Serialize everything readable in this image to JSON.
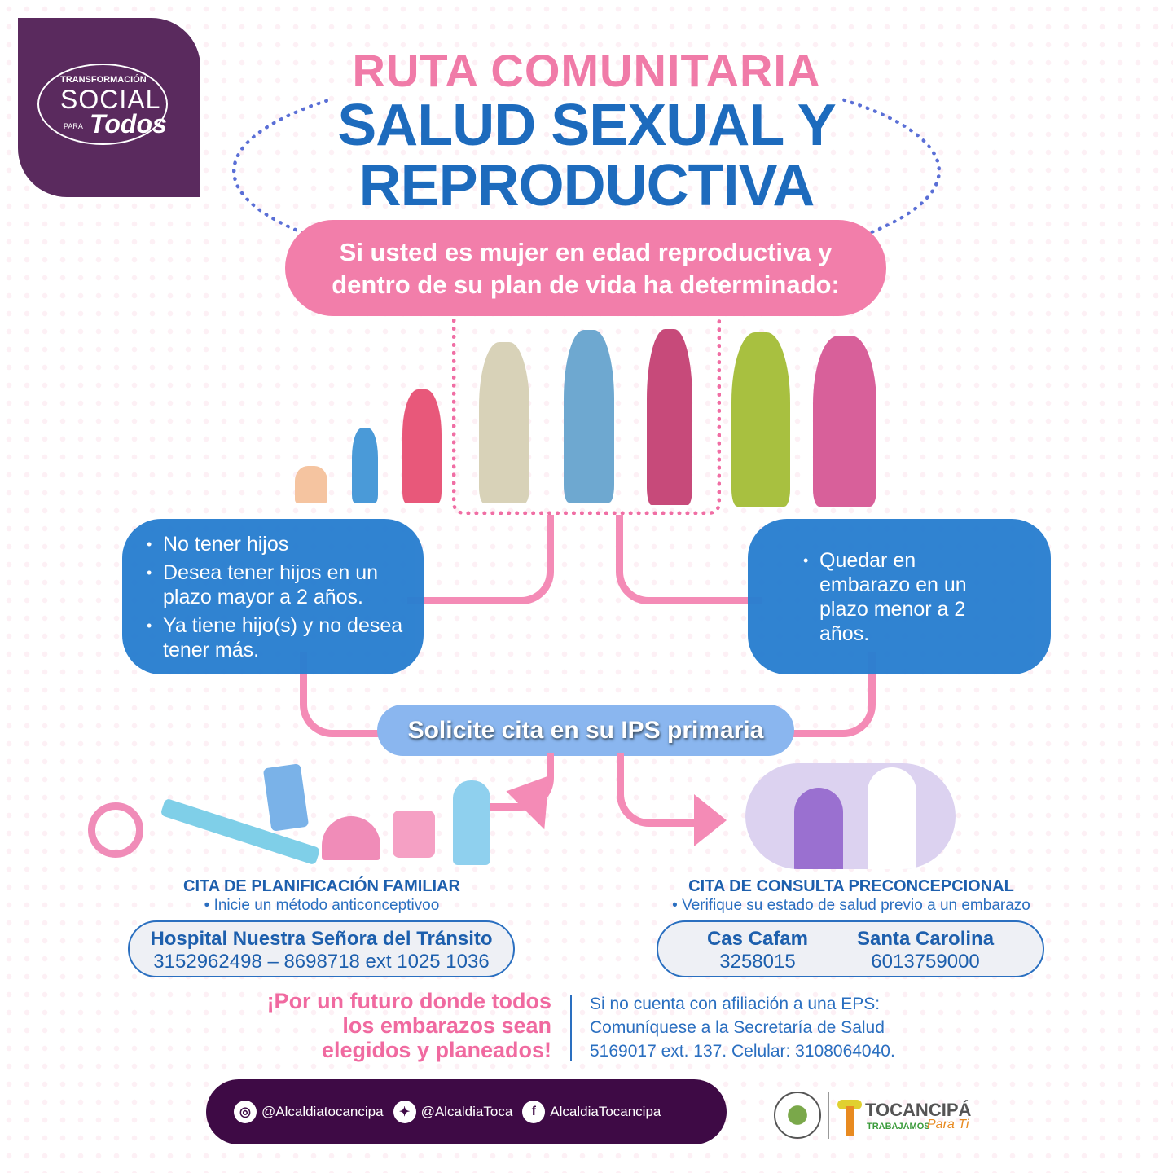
{
  "logo": {
    "line1": "TRANSFORMACIÓN",
    "line2": "SOCIAL",
    "line3": "PARA",
    "line4": "Todos"
  },
  "title": {
    "line1": "RUTA COMUNITARIA",
    "line2": "SALUD SEXUAL Y",
    "line3": "REPRODUCTIVA"
  },
  "intro": {
    "line1": "Si usted es mujer en edad reproductiva y",
    "line2": "dentro de su plan de vida ha determinado:"
  },
  "left_box": {
    "items": [
      "No tener hijos",
      "Desea tener hijos en un plazo mayor a 2 años.",
      "Ya tiene hijo(s) y no desea tener más."
    ]
  },
  "right_box": {
    "items": [
      "Quedar en embarazo en un plazo menor a 2 años."
    ]
  },
  "ips_label": "Solicite cita en su IPS primaria",
  "planificacion": {
    "heading": "CITA DE PLANIFICACIÓN FAMILIAR",
    "sub": "• Inicie un método anticonceptivoo",
    "place": "Hospital Nuestra Señora del Tránsito",
    "phone": "3152962498 – 8698718 ext 1025 1036"
  },
  "preconcepcional": {
    "heading": "CITA DE CONSULTA PRECONCEPCIONAL",
    "sub": "• Verifique su estado de salud previo a un embarazo",
    "places": [
      {
        "name": "Cas Cafam",
        "phone": "3258015"
      },
      {
        "name": "Santa Carolina",
        "phone": "6013759000"
      }
    ]
  },
  "slogan": {
    "line1": "¡Por un futuro donde todos",
    "line2": "los embarazos sean",
    "line3": "elegidos y planeados!"
  },
  "eps": {
    "line1": "Si no cuenta con afiliación a una EPS:",
    "line2": "Comuníquese a la Secretaría de Salud",
    "line3": "5169017 ext. 137. Celular: 3108064040."
  },
  "footer": {
    "instagram": "@Alcaldiatocancipa",
    "twitter": "@AlcaldiaToca",
    "facebook": "AlcaldiaTocancipa"
  },
  "brand": {
    "name": "TOCANCIPÁ",
    "tagline": "TRABAJAMOS",
    "tagline2": "Para Ti"
  },
  "colors": {
    "purple": "#5a2a5e",
    "pink": "#f07ba8",
    "blue": "#1d6bbd",
    "footer": "#3e0a45"
  }
}
